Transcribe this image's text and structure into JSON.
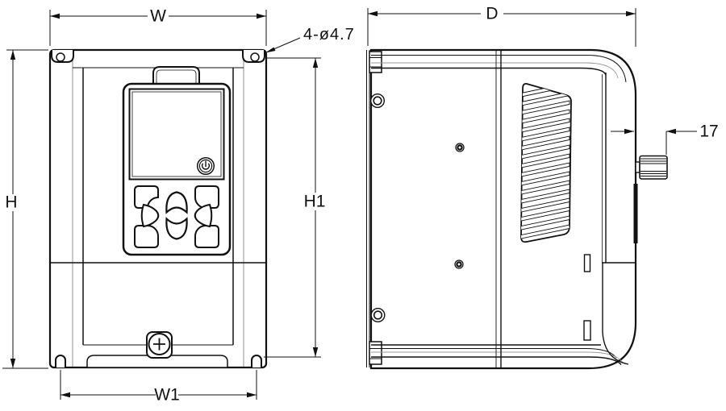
{
  "drawing_labels": {
    "front_width": "W",
    "front_height": "H",
    "front_mount_width": "W1",
    "front_mount_height": "H1",
    "side_depth": "D",
    "knob_protrusion": "17",
    "mounting_hole_callout": "4-ø4.7"
  },
  "colors": {
    "line": "#111111",
    "thin_line": "#8f8f8f",
    "background": "#ffffff"
  }
}
